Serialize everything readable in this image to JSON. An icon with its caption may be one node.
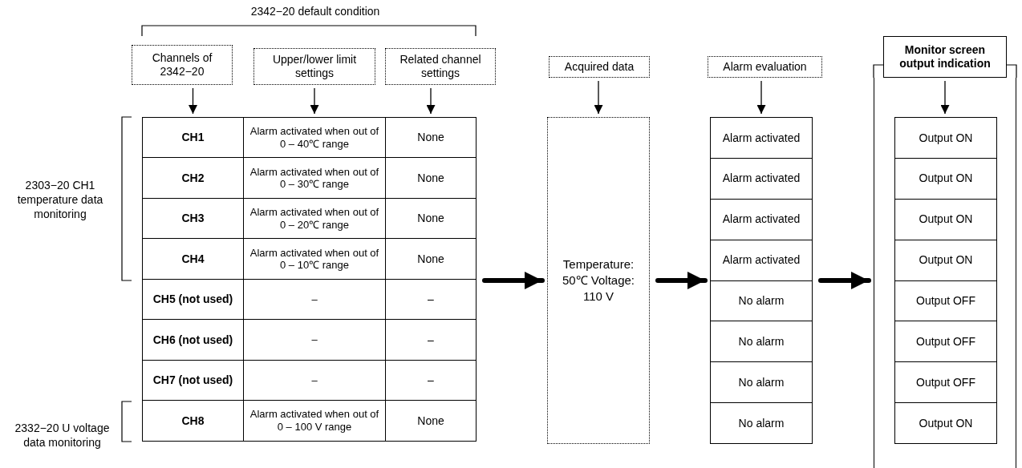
{
  "diagram": {
    "nodes": [
      {
        "text": [
          "Channels of 2342−20"
        ]
      },
      {
        "text": [
          "Upper/lower limit settings"
        ]
      },
      {
        "text": [
          "Related channel settings"
        ]
      },
      {
        "text": [
          "Acquired data"
        ]
      },
      {
        "text": [
          "Alarm evaluation"
        ]
      },
      {
        "text": [
          "Monitor screen output indication"
        ]
      },
      {
        "text": [],
        "shape": "box"
      },
      {
        "text": [
          "CH1",
          "CH2",
          "CH3",
          "CH4",
          "CH5 (not used)",
          "CH6 (not used)",
          "CH7 (not used)",
          "CH8"
        ]
      },
      {
        "text": [
          "Alarm activated when out of 0 – 40℃ range",
          "Alarm activated when out of 0 – 30℃ range",
          "Alarm activated when out of 0 – 20℃ range",
          "Alarm activated when out of 0 – 10℃ range",
          "–",
          "–",
          "–",
          "Alarm activated when out of 0 – 100 V range"
        ]
      },
      {
        "text": [
          "None",
          "None",
          "None",
          "None",
          "–",
          "–",
          "–",
          "None"
        ]
      },
      {
        "text": [
          "Temperature: 50℃ Voltage: 110 V"
        ]
      },
      {
        "text": [
          "Alarm activated",
          "Alarm activated",
          "Alarm activated",
          "Alarm activated",
          "No alarm",
          "No alarm",
          "No alarm",
          "No alarm"
        ]
      },
      {
        "text": [
          "Output ON",
          "Output ON",
          "Output ON",
          "Output ON",
          "Output OFF",
          "Output OFF",
          "Output OFF",
          "Output ON"
        ],
        "in": 6
      }
    ],
    "edges": [
      {
        "from": 0,
        "to": 7,
        "arrow": "to"
      },
      {
        "from": 1,
        "to": 8,
        "arrow": "to"
      },
      {
        "from": 2,
        "to": 9,
        "arrow": "to"
      },
      {
        "from": 3,
        "to": 10,
        "arrow": "to"
      },
      {
        "from": 4,
        "to": 11,
        "arrow": "to"
      },
      {
        "from": 5,
        "to": 12,
        "arrow": "to"
      },
      {
        "from": 9,
        "to": 10,
        "arrow": "to",
        "style": "thick"
      },
      {
        "from": 10,
        "to": 11,
        "arrow": "to",
        "style": "thick"
      },
      {
        "from": 11,
        "to": 6,
        "arrow": "to",
        "style": "thick"
      }
    ],
    "labels": [
      "2342−20 default condition",
      "2303−20 CH1 temperature data monitoring",
      "2332−20 U voltage data monitoring"
    ]
  }
}
